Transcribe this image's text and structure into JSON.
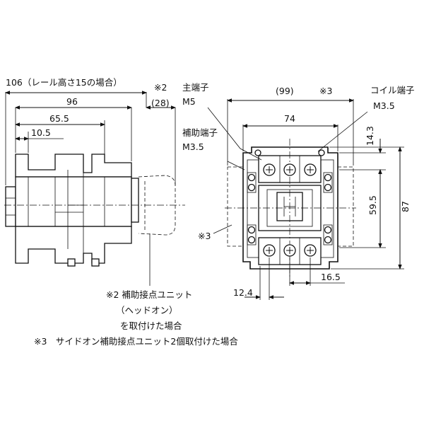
{
  "dimensions": {
    "d106": "106（レール高さ15の場合）",
    "note2_ref": "※2",
    "d28": "(28)",
    "d96": "96",
    "d65_5": "65.5",
    "d10_5": "10.5",
    "d99": "(99)",
    "note3_ref": "※3",
    "d74": "74",
    "d14_3": "14.3",
    "d59_5": "59.5",
    "d87": "87",
    "d12_4": "12.4",
    "d16_5": "16.5",
    "side_note3": "※3"
  },
  "labels": {
    "main_terminal": "主端子",
    "main_terminal_size": "M5",
    "aux_terminal": "補助端子",
    "aux_terminal_size": "M3.5",
    "coil_terminal": "コイル端子",
    "coil_terminal_size": "M3.5"
  },
  "notes": {
    "note2_line1": "※2 補助接点ユニット",
    "note2_line2": "（ヘッドオン）",
    "note2_line3": "を取付けた場合",
    "note3": "※3　サイドオン補助接点ユニット2個取付けた場合"
  }
}
